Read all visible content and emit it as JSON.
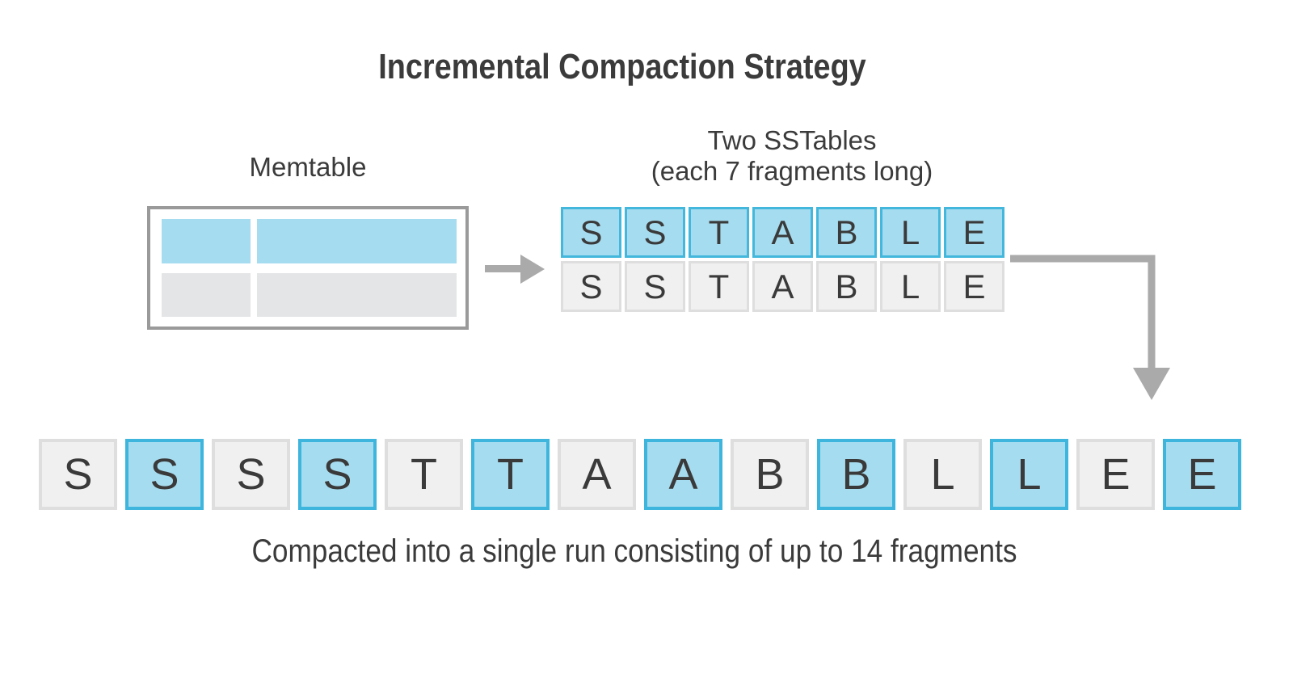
{
  "diagram": {
    "title": "Incremental Compaction Strategy",
    "colors": {
      "fill_blue": "#a6dcef",
      "border_blue": "#44b8dc",
      "fill_gray": "#f0f0f0",
      "border_gray": "#dedede",
      "memtable_border": "#9a9a9a",
      "memtable_gray_cell": "#e4e5e7",
      "arrow_gray": "#aaaaaa",
      "text": "#3a3a3a"
    },
    "memtable": {
      "label": "Memtable",
      "cells": [
        {
          "row": 0,
          "col": 0,
          "state": "blue"
        },
        {
          "row": 0,
          "col": 1,
          "state": "blue"
        },
        {
          "row": 1,
          "col": 0,
          "state": "gray"
        },
        {
          "row": 1,
          "col": 1,
          "state": "gray"
        }
      ]
    },
    "flush_arrow": {
      "icon": "arrow-right-icon",
      "direction": "right"
    },
    "sstables": {
      "label_line1": "Two SSTables",
      "label_line2": "(each 7 fragments long)",
      "rows": [
        {
          "state": "blue",
          "fragments": [
            {
              "letter": "S"
            },
            {
              "letter": "S"
            },
            {
              "letter": "T"
            },
            {
              "letter": "A"
            },
            {
              "letter": "B"
            },
            {
              "letter": "L"
            },
            {
              "letter": "E"
            }
          ]
        },
        {
          "state": "gray",
          "fragments": [
            {
              "letter": "S"
            },
            {
              "letter": "S"
            },
            {
              "letter": "T"
            },
            {
              "letter": "A"
            },
            {
              "letter": "B"
            },
            {
              "letter": "L"
            },
            {
              "letter": "E"
            }
          ]
        }
      ]
    },
    "compaction_arrow": {
      "icon": "arrow-elbow-down-icon",
      "direction": "down"
    },
    "compacted_run": {
      "caption": "Compacted into a single run consisting of up to 14 fragments",
      "fragment_count": 14,
      "fragments": [
        {
          "letter": "S",
          "state": "gray"
        },
        {
          "letter": "S",
          "state": "blue"
        },
        {
          "letter": "S",
          "state": "gray"
        },
        {
          "letter": "S",
          "state": "blue"
        },
        {
          "letter": "T",
          "state": "gray"
        },
        {
          "letter": "T",
          "state": "blue"
        },
        {
          "letter": "A",
          "state": "gray"
        },
        {
          "letter": "A",
          "state": "blue"
        },
        {
          "letter": "B",
          "state": "gray"
        },
        {
          "letter": "B",
          "state": "blue"
        },
        {
          "letter": "L",
          "state": "gray"
        },
        {
          "letter": "L",
          "state": "blue"
        },
        {
          "letter": "E",
          "state": "gray"
        },
        {
          "letter": "E",
          "state": "blue"
        }
      ]
    }
  }
}
